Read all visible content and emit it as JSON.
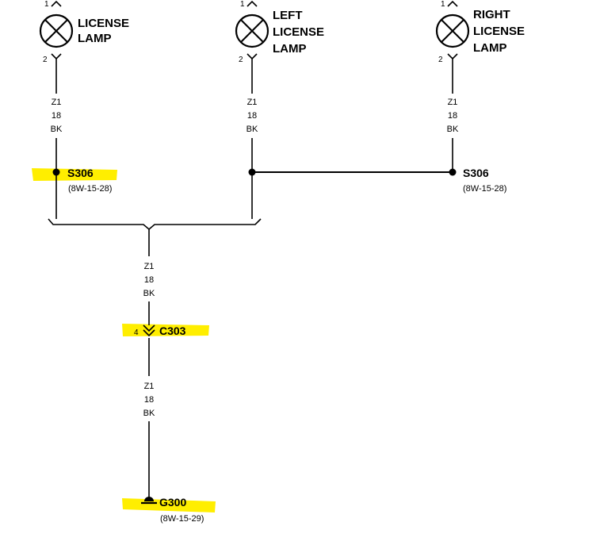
{
  "colors": {
    "wire": "#000000",
    "highlight": "#ffee00",
    "background": "#ffffff"
  },
  "lamps": [
    {
      "name_lines": [
        "LICENSE",
        "LAMP"
      ],
      "pin_top": "1",
      "pin_bottom": "2",
      "icon": "lamp-icon"
    },
    {
      "name_lines": [
        "LEFT",
        "LICENSE",
        "LAMP"
      ],
      "pin_top": "1",
      "pin_bottom": "2",
      "icon": "lamp-icon"
    },
    {
      "name_lines": [
        "RIGHT",
        "LICENSE",
        "LAMP"
      ],
      "pin_top": "1",
      "pin_bottom": "2",
      "icon": "lamp-icon"
    }
  ],
  "wires": [
    {
      "circuit": "Z1",
      "gauge": "18",
      "color": "BK"
    },
    {
      "circuit": "Z1",
      "gauge": "18",
      "color": "BK"
    },
    {
      "circuit": "Z1",
      "gauge": "18",
      "color": "BK"
    },
    {
      "circuit": "Z1",
      "gauge": "18",
      "color": "BK"
    },
    {
      "circuit": "Z1",
      "gauge": "18",
      "color": "BK"
    }
  ],
  "splices": [
    {
      "id": "S306",
      "ref": "(8W-15-28)",
      "highlighted": true
    },
    {
      "id": "S306",
      "ref": "(8W-15-28)",
      "highlighted": false
    }
  ],
  "connector": {
    "id": "C303",
    "pin": "4",
    "highlighted": true,
    "icon": "connector-icon"
  },
  "ground": {
    "id": "G300",
    "ref": "(8W-15-29)",
    "highlighted": true,
    "icon": "ground-icon"
  }
}
